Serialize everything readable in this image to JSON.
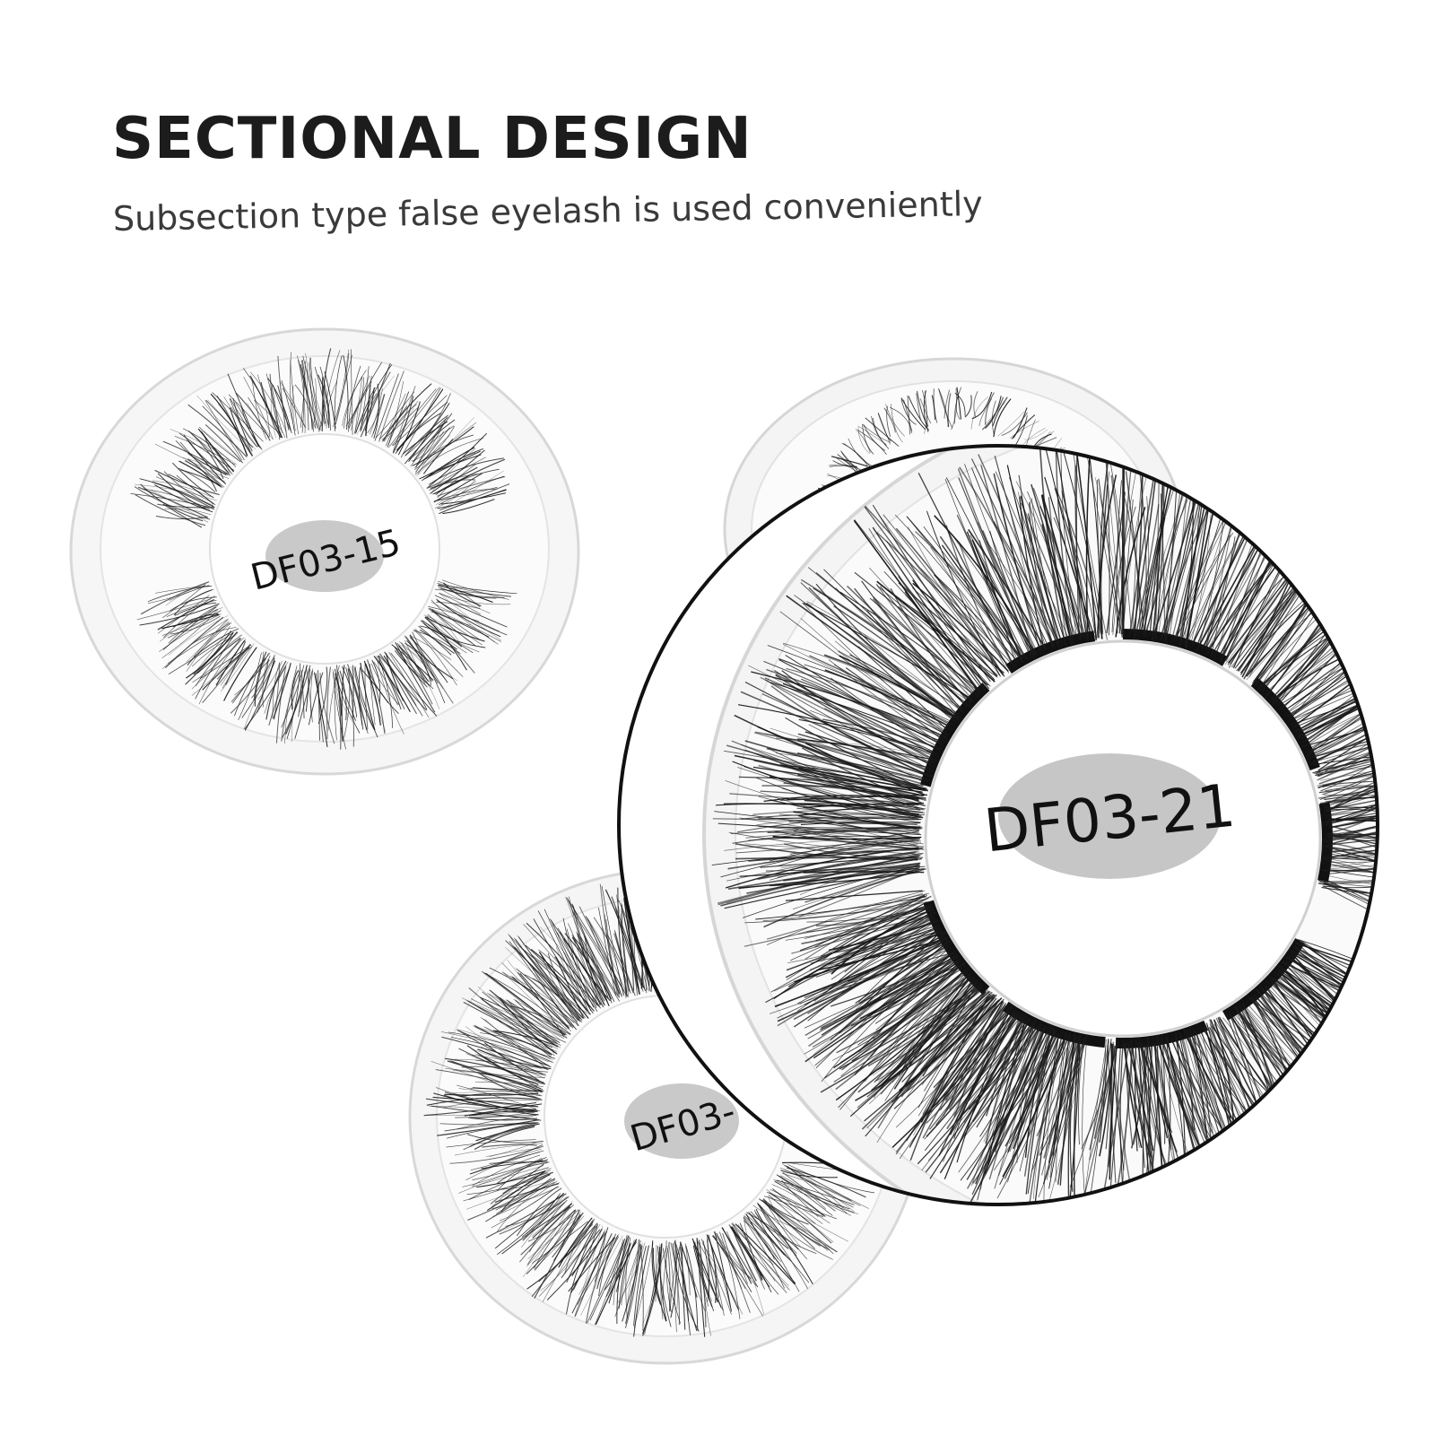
{
  "heading": {
    "title": "SECTIONAL DESIGN",
    "subtitle": "Subsection type false eyelash is used conveniently"
  },
  "trays": [
    {
      "name": "top-left-tray",
      "label": "DF03-15"
    },
    {
      "name": "back-right-tray",
      "label": ""
    },
    {
      "name": "bottom-tray",
      "label": "DF03-"
    },
    {
      "name": "zoom-tray",
      "label": "DF03-21"
    }
  ],
  "colors": {
    "background": "#ffffff",
    "text": "#1c1c1c",
    "lash": "#1a1a1a",
    "label_oval": "#c9c9c9",
    "tray_edge": "#d8d8d8",
    "zoom_border": "#111111"
  }
}
